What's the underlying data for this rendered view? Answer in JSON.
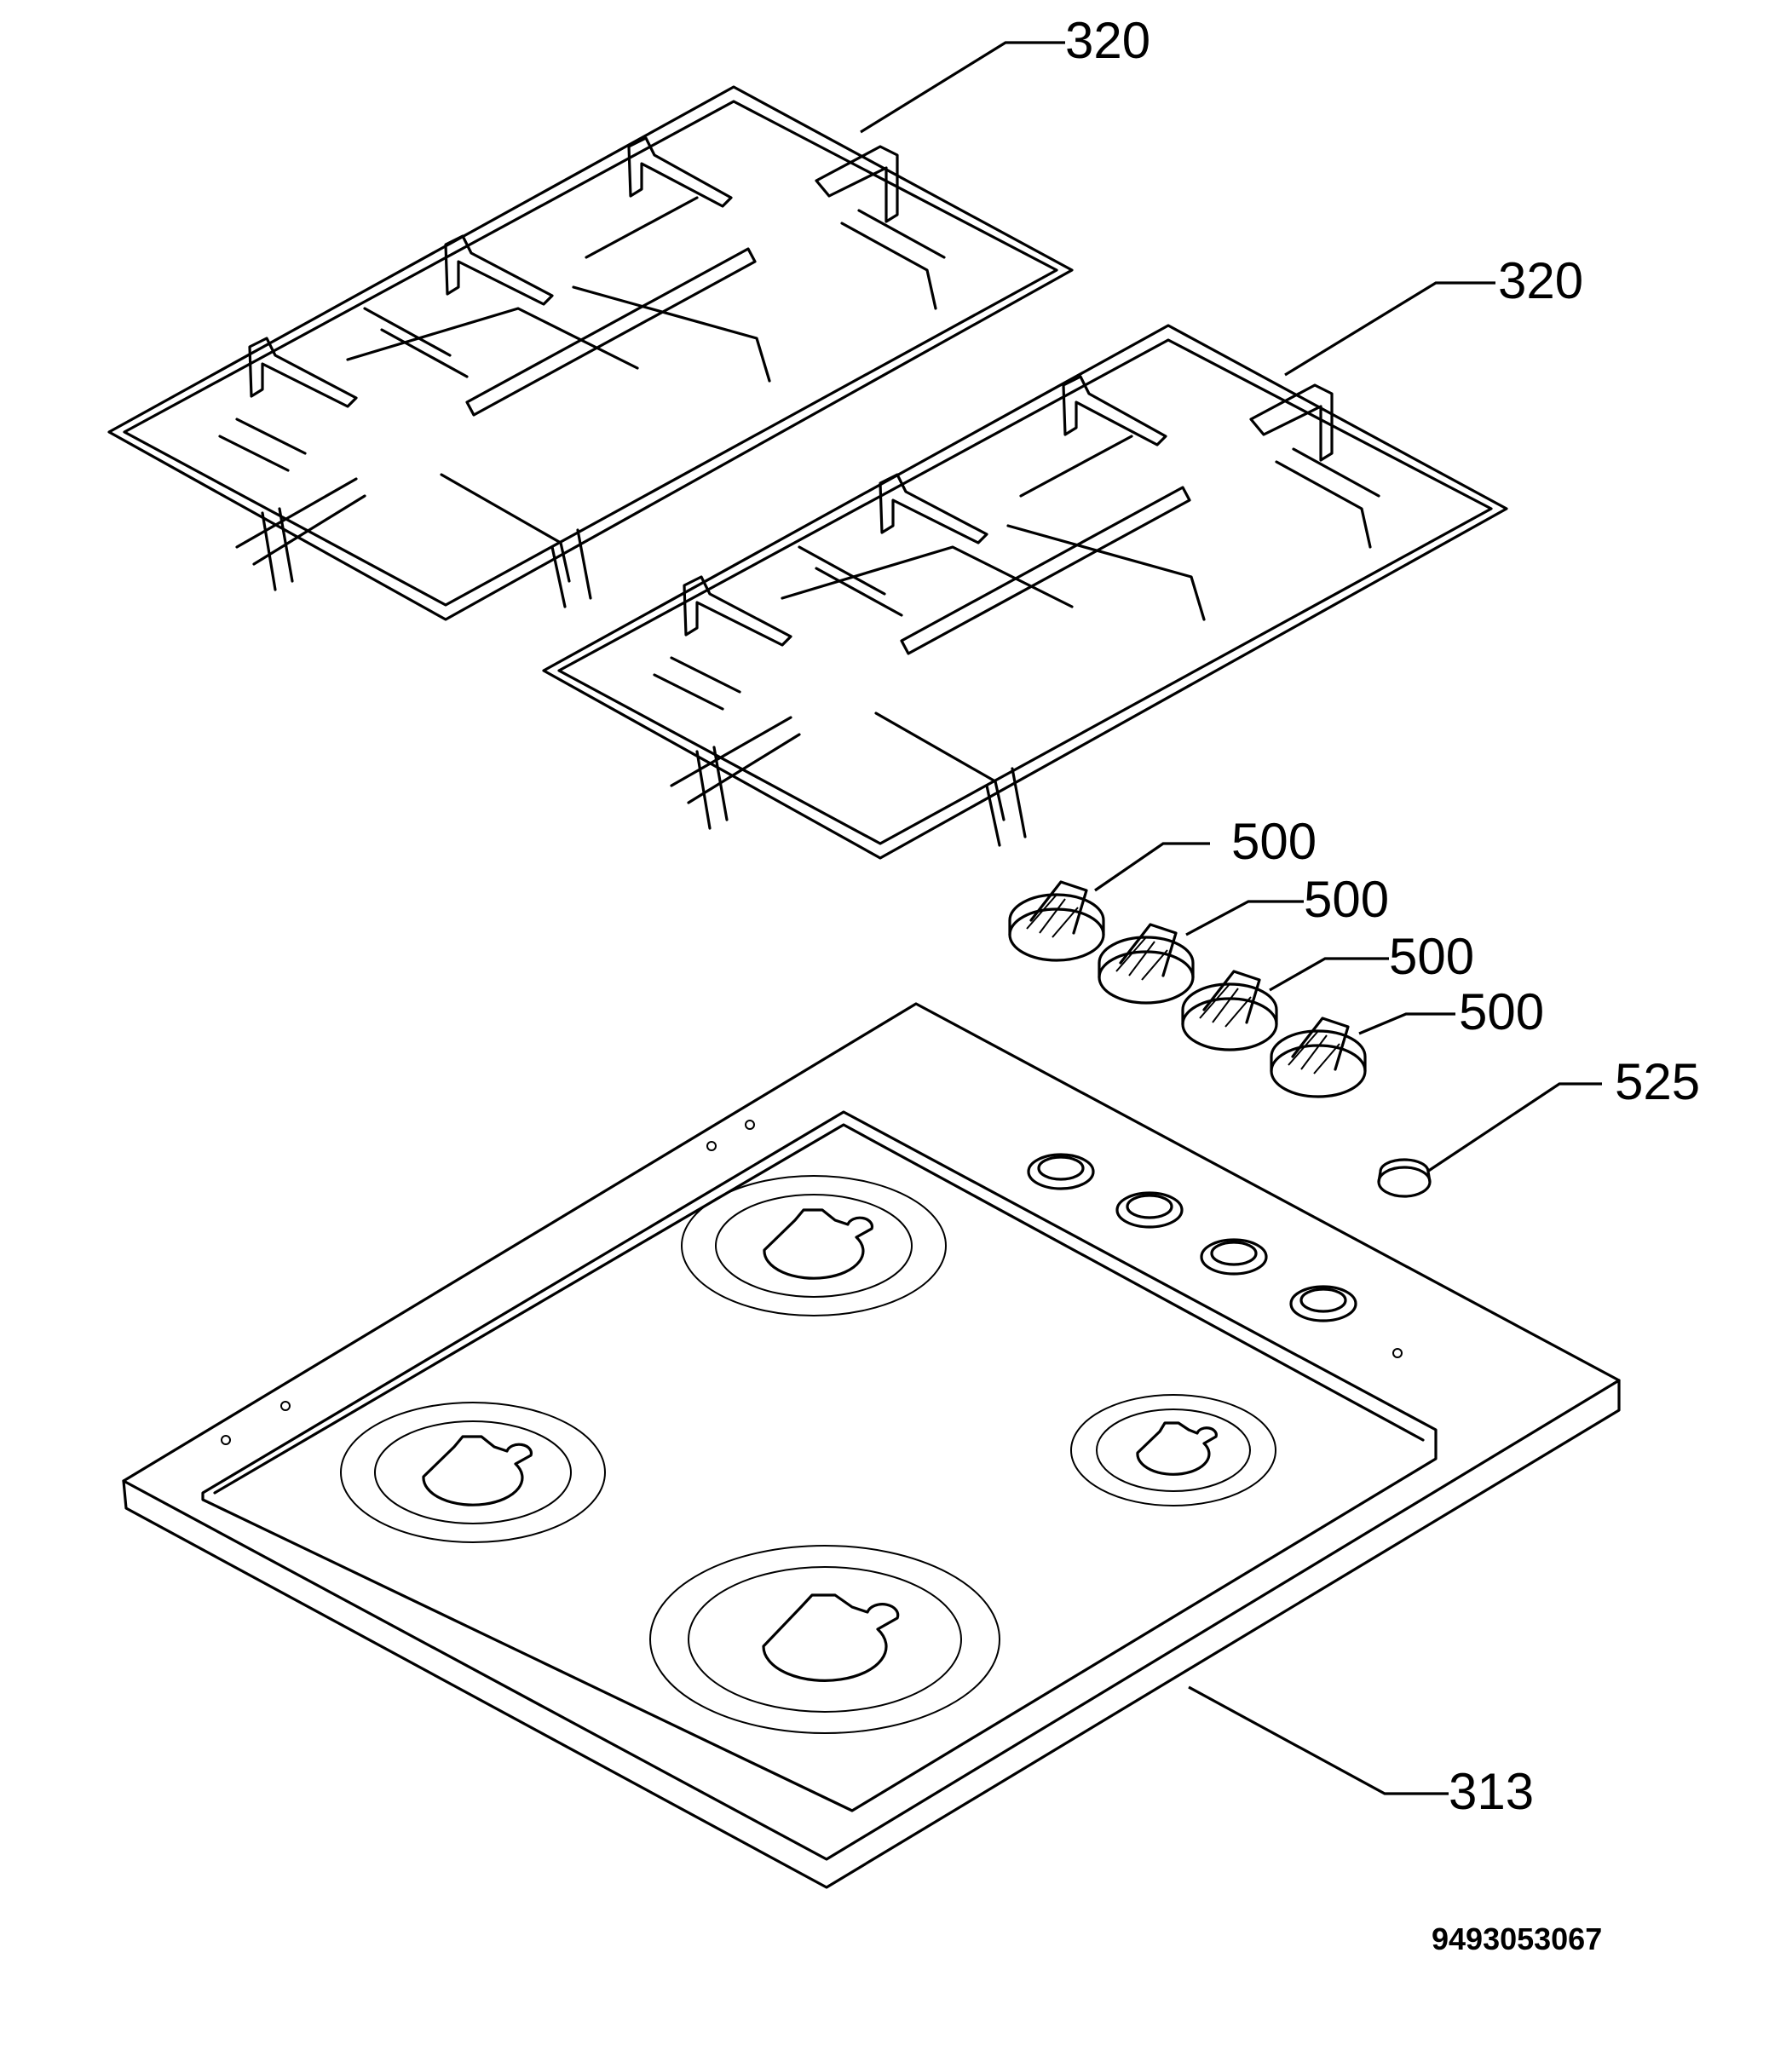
{
  "labels": {
    "grate_upper": "320",
    "grate_lower": "320",
    "knob_1": "500",
    "knob_2": "500",
    "knob_3": "500",
    "knob_4": "500",
    "cap": "525",
    "hob": "313"
  },
  "document_number": "9493053067"
}
